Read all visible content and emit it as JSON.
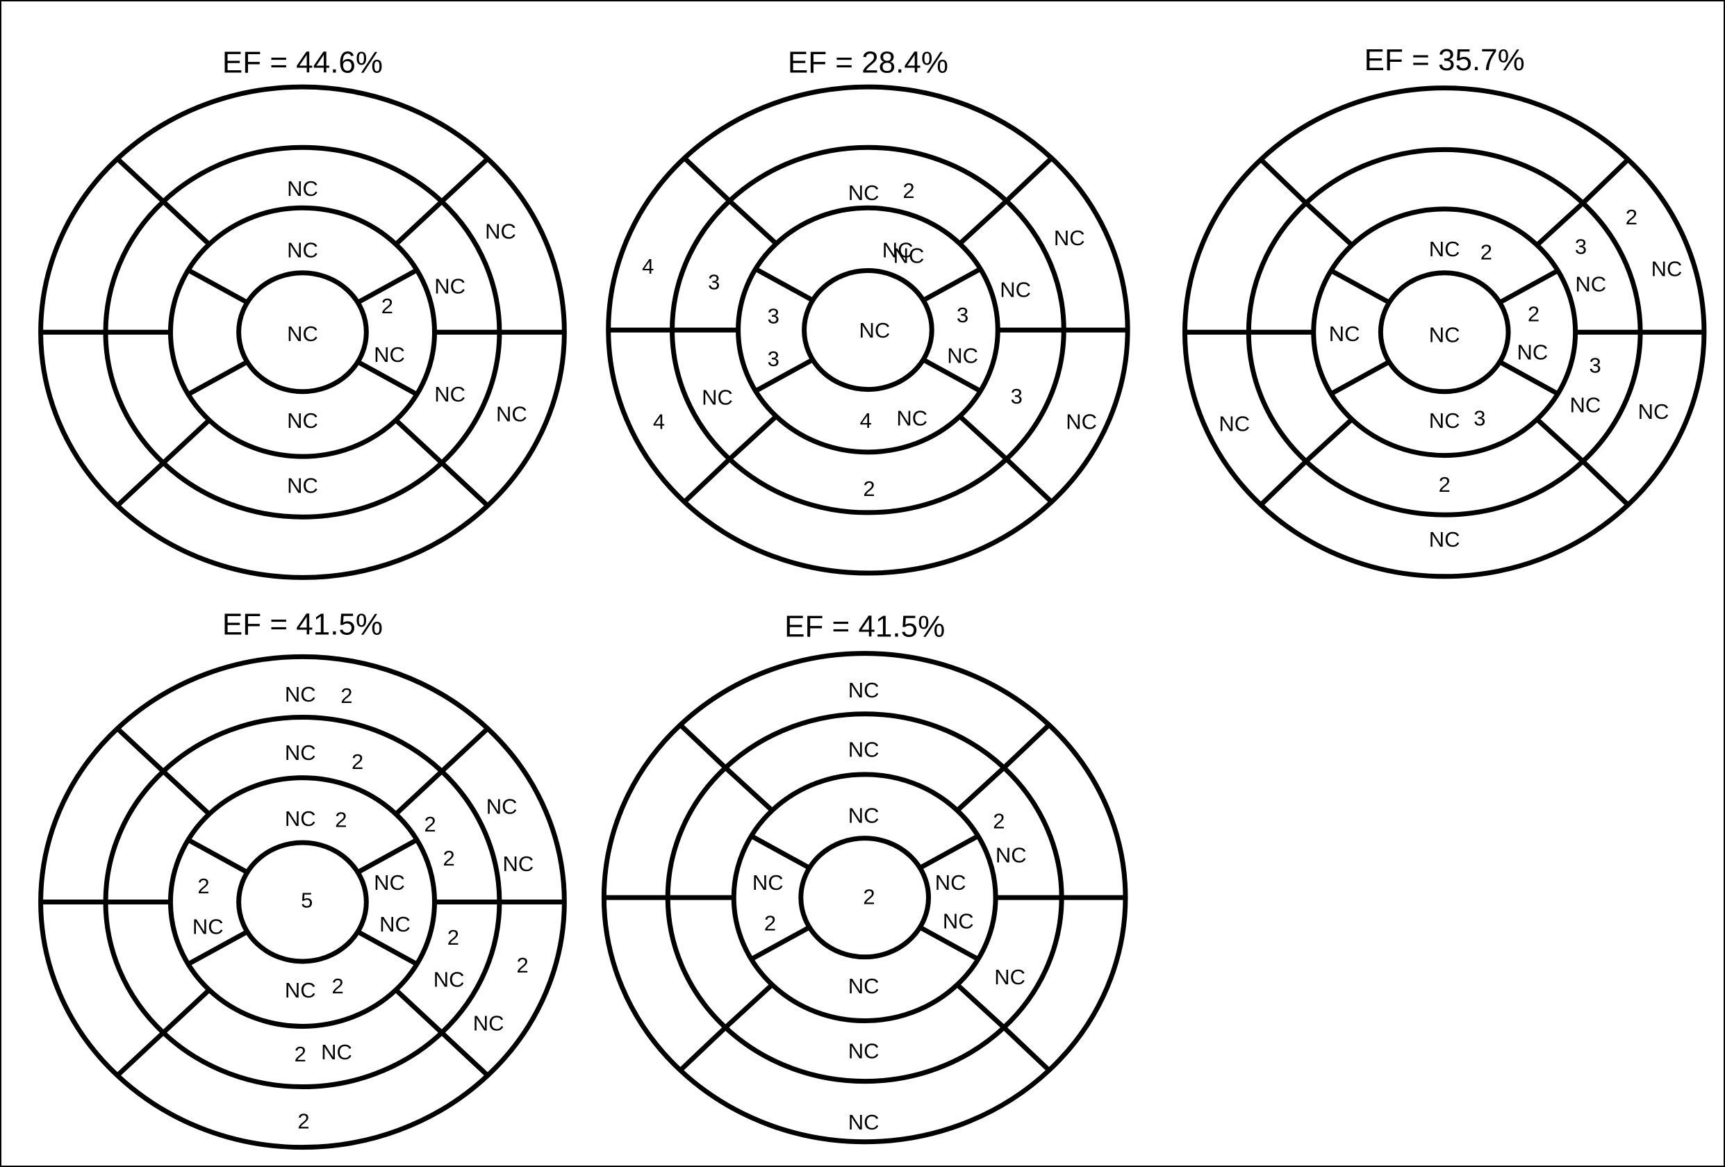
{
  "diagrams": [
    {
      "title": "EF = 44.6%",
      "labels": [
        "NC",
        "NC",
        "NC",
        "NC",
        "2",
        "NC",
        "NC",
        "NC",
        "NC",
        "NC",
        "NC",
        "NC"
      ]
    },
    {
      "title": "EF = 28.4%",
      "labels": [
        "NC",
        "2",
        "NC",
        "NC",
        "4",
        "3",
        "NC",
        "3",
        "3",
        "NC",
        "NC",
        "3",
        "NC",
        "3",
        "NC",
        "NC",
        "4",
        "4",
        "NC",
        "2",
        "2"
      ]
    },
    {
      "title": "EF = 35.7%",
      "labels": [
        "NC",
        "2",
        "2",
        "3",
        "NC",
        "NC",
        "NC",
        "NC",
        "2",
        "NC",
        "3",
        "NC",
        "NC",
        "NC",
        "3",
        "NC",
        "2",
        "NC",
        "NC"
      ]
    },
    {
      "title": "EF = 41.5%",
      "labels": [
        "NC",
        "2",
        "NC",
        "2",
        "NC",
        "2",
        "2",
        "NC",
        "2",
        "NC",
        "NC",
        "2",
        "5",
        "NC",
        "NC",
        "2",
        "NC",
        "2",
        "NC",
        "2",
        "NC",
        "2",
        "NC",
        "2",
        "2"
      ]
    },
    {
      "title": "EF = 41.5%",
      "labels": [
        "NC",
        "NC",
        "NC",
        "2",
        "NC",
        "NC",
        "2",
        "NC",
        "2",
        "NC",
        "NC",
        "NC",
        "NC",
        "NC",
        "NC"
      ]
    }
  ]
}
